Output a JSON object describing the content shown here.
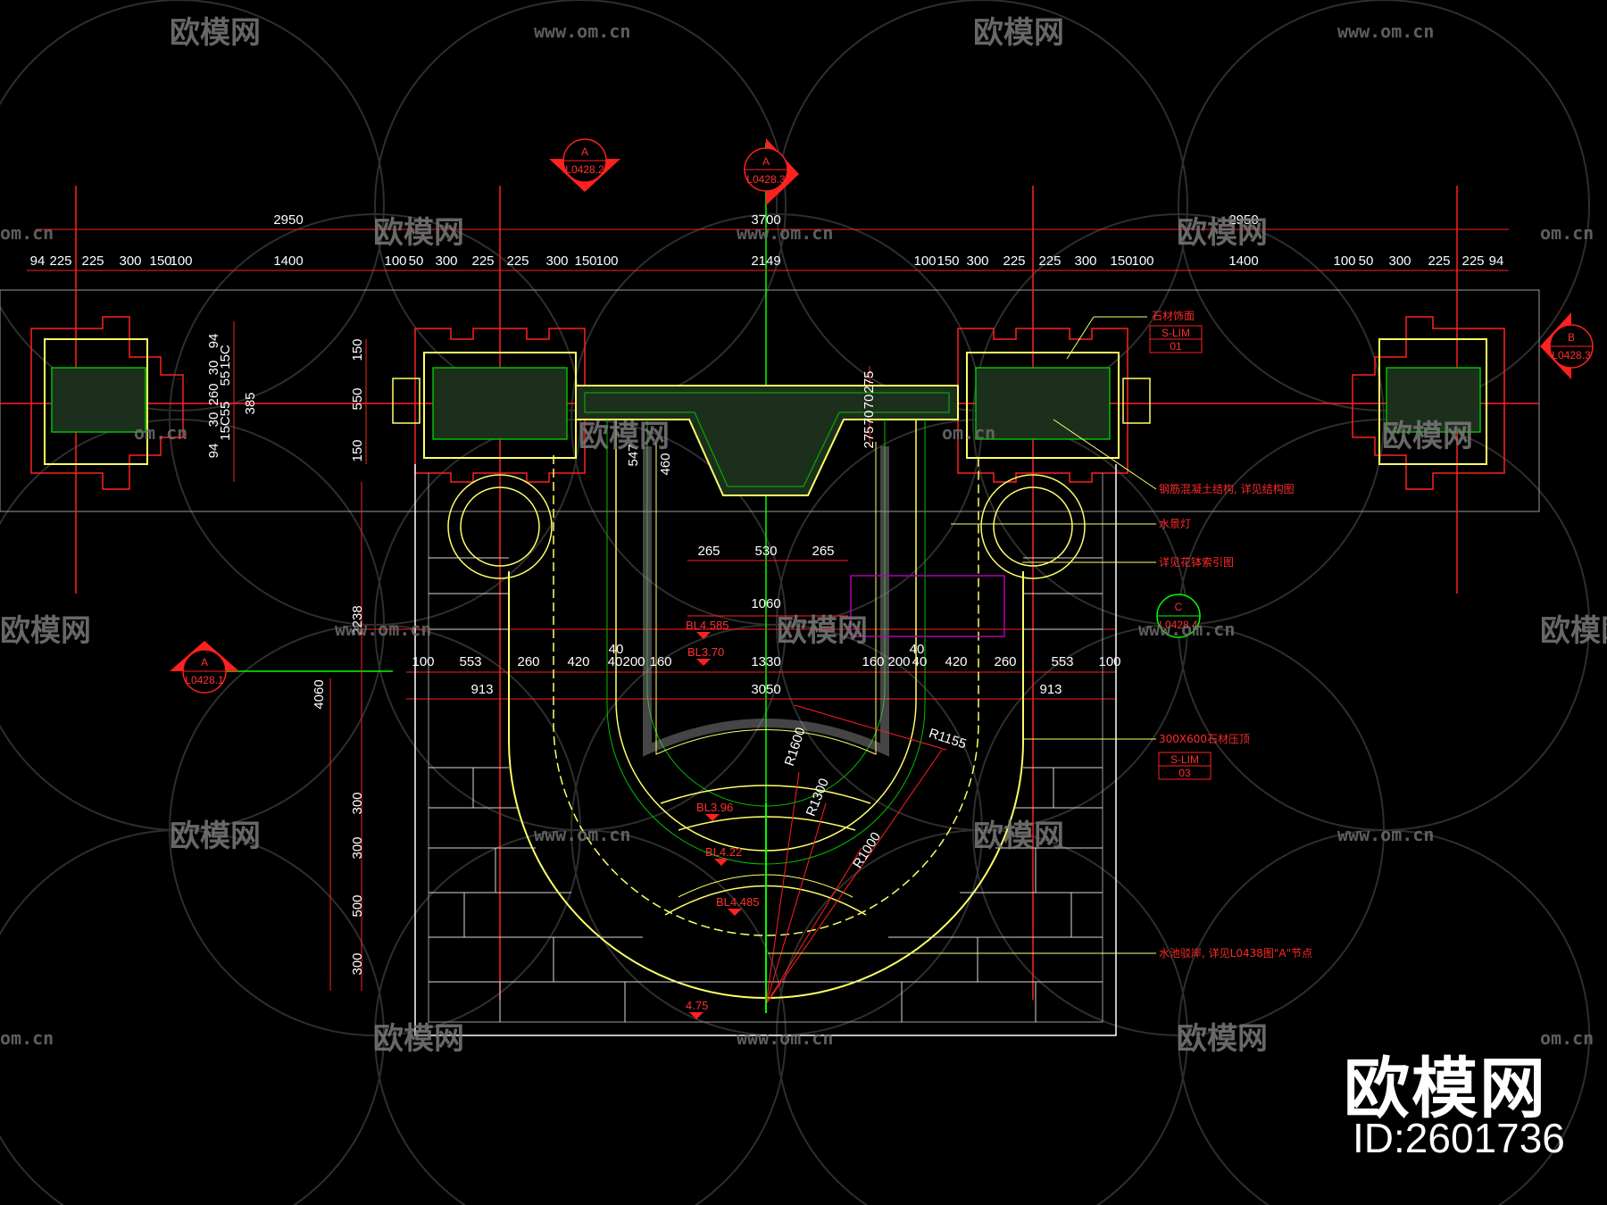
{
  "watermark": {
    "logo_text": "欧模网",
    "url_text": "www.om.cn",
    "url_partial": "om.cn"
  },
  "brand": {
    "name": "欧模网",
    "id": "ID:2601736"
  },
  "colors": {
    "background": "#000000",
    "outline_red": "#ff0000",
    "green": "#00ff00",
    "yellow": "#ffff66",
    "text": "#ffffff",
    "magenta": "#b000b0"
  },
  "dims": {
    "top_overall": [
      "2950",
      "3700",
      "2950"
    ],
    "top_detail": [
      "94",
      "225",
      "225",
      "300",
      "150",
      "100",
      "1400",
      "100",
      "50",
      "300",
      "225",
      "225",
      "300",
      "150",
      "100",
      "2149",
      "100",
      "150",
      "300",
      "225",
      "225",
      "300",
      "150",
      "100",
      "1400",
      "100",
      "50",
      "300",
      "225",
      "225",
      "94"
    ],
    "left_vertical": [
      "94",
      "15C",
      "30",
      "55",
      "260",
      "55",
      "30",
      "15C",
      "94"
    ],
    "left_385": "385",
    "pillar_v": [
      "150",
      "550",
      "150"
    ],
    "center_v": [
      "275",
      "70",
      "70",
      "275"
    ],
    "center_547": "547",
    "center_460": "460",
    "pool_row": [
      "265",
      "530",
      "265"
    ],
    "pool_1060": "1060",
    "row_main": [
      "100",
      "553",
      "260",
      "420",
      "40",
      "200",
      "160",
      "1330",
      "160",
      "200",
      "40",
      "420",
      "260",
      "553",
      "100"
    ],
    "row_40a": "40",
    "row_40b": "40",
    "row_913a": "913",
    "row_3050": "3050",
    "row_913b": "913",
    "height_2238": "2238",
    "height_4060": "4060",
    "bottom_v": [
      "300",
      "300",
      "500",
      "300"
    ],
    "radii": [
      "R1155",
      "R1600",
      "R1300",
      "R1000"
    ]
  },
  "levels": [
    "BL4.585",
    "BL3.70",
    "BL3.96",
    "BL4.22",
    "BL4.485",
    "4.75"
  ],
  "notes": {
    "stone_veneer": "石材饰面",
    "code_01": "S-LIM",
    "code_01_num": "01",
    "rc_note": "钢筋混凝土结构, 详见结构图",
    "light": "水景灯",
    "planter": "详见花钵索引图",
    "pave": "300X600石材压顶",
    "code_03": "S-LIM",
    "code_03_num": "03",
    "water_note": "水池驳岸, 详见L0438图\"A\"节点"
  },
  "section_marks": [
    {
      "letter": "A",
      "ref": "L0428.2"
    },
    {
      "letter": "A",
      "ref": "L0428.3"
    },
    {
      "letter": "B",
      "ref": "L0428.3"
    },
    {
      "letter": "A",
      "ref": "L0428.1"
    },
    {
      "letter": "C",
      "ref": "L0428.4"
    }
  ]
}
